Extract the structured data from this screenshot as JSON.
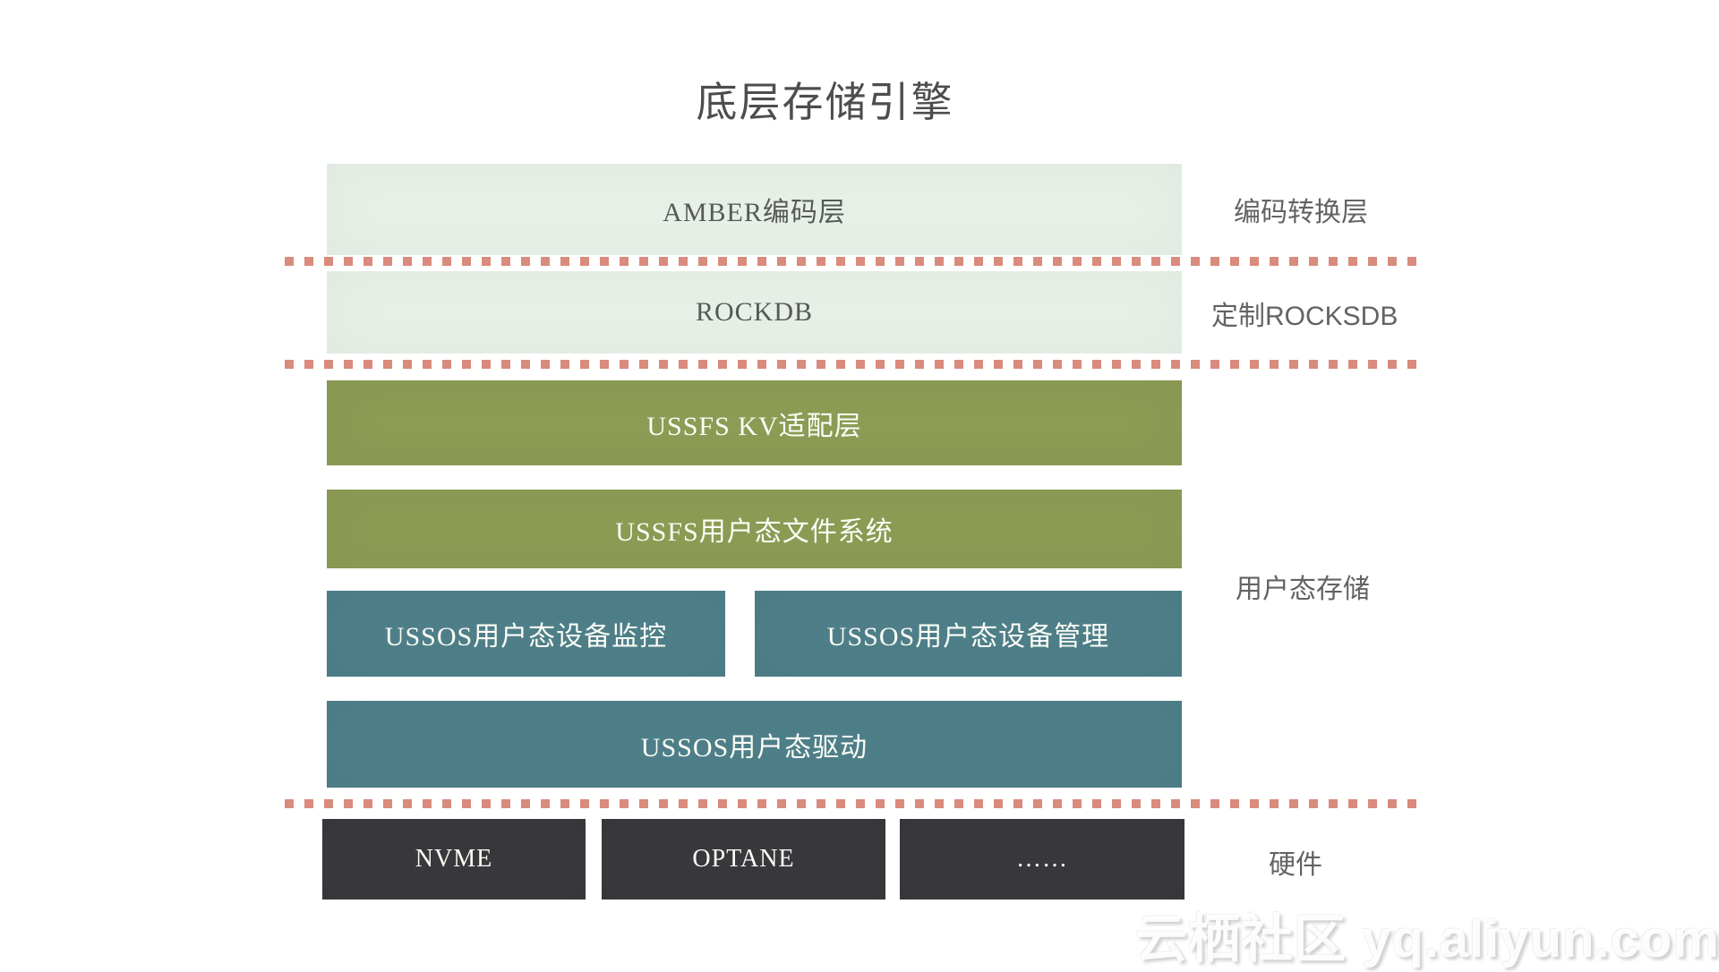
{
  "slide": {
    "title": "底层存储引擎",
    "watermark": "云栖社区 yq.aliyun.com"
  },
  "colors": {
    "light_green": "#e7f0e6",
    "olive_green": "#8c9c55",
    "teal": "#4e7f89",
    "dark_gray": "#39393d",
    "dotted_pink": "#d98b7d",
    "title_text": "#4d4d4d",
    "pale_box_text": "#57585a",
    "colored_box_text": "#fdfdf6",
    "side_label_text": "#636363"
  },
  "boxes": {
    "amber": "AMBER编码层",
    "rockdb": "ROCKDB",
    "kv_adapter": "USSFS KV适配层",
    "user_fs": "USSFS用户态文件系统",
    "device_monitor": "USSOS用户态设备监控",
    "device_manager": "USSOS用户态设备管理",
    "user_driver": "USSOS用户态驱动",
    "nvme": "NVME",
    "optane": "OPTANE",
    "ellipsis": "……"
  },
  "side_labels": {
    "encoding_layer": "编码转换层",
    "custom_rocksdb": "定制ROCKSDB",
    "userspace_storage": "用户态存储",
    "hardware": "硬件"
  }
}
